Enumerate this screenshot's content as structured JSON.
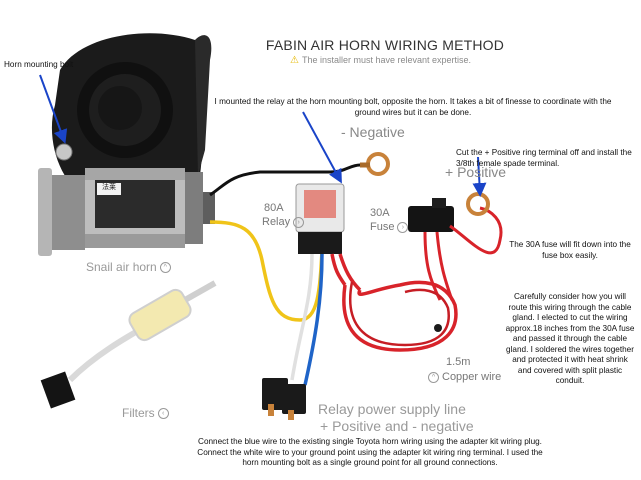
{
  "title": "FABIN AIR HORN WIRING METHOD",
  "warning": "The installer must have relevant expertise.",
  "notes": {
    "horn_mounting_bolt": "Horn mounting bolt",
    "relay_mount": "I mounted the relay at the horn mounting bolt, opposite the horn. It takes a bit of finesse to coordinate with the ground wires but it can be done.",
    "ring_terminal": "Cut the + Positive ring terminal off and install the 3/8th female spade terminal.",
    "fuse_fit": "The 30A fuse will fit down into the fuse box easily.",
    "routing": "Carefully consider how you will route this wiring through the cable gland. I elected to cut the wiring approx.18 inches from the 30A fuse and passed it through the cable gland. I soldered the wires together and protected it with heat shrink and covered with split plastic conduit.",
    "blue_wire": "Connect the blue wire to the existing single Toyota horn wiring using the adapter kit wiring plug. Connect the white wire to your ground point using the adapter kit wiring ring terminal. I used the horn mounting bolt as a single ground point for all ground connections."
  },
  "labels": {
    "negative": "- Negative",
    "positive": "+ Positive",
    "relay_amp": "80A",
    "relay": "Relay",
    "fuse_amp": "30A",
    "fuse": "Fuse",
    "snail_horn": "Snail air horn",
    "filters": "Filters",
    "length": "1.5m",
    "copper_wire": "Copper wire",
    "relay_supply_1": "Relay power supply line",
    "relay_supply_2": "+ Positive and - negative"
  },
  "horn_brand": "法莱",
  "colors": {
    "red_wire": "#d8232a",
    "yellow_wire": "#f0c419",
    "blue_wire": "#1f64c8",
    "arrow": "#1a44c8"
  }
}
